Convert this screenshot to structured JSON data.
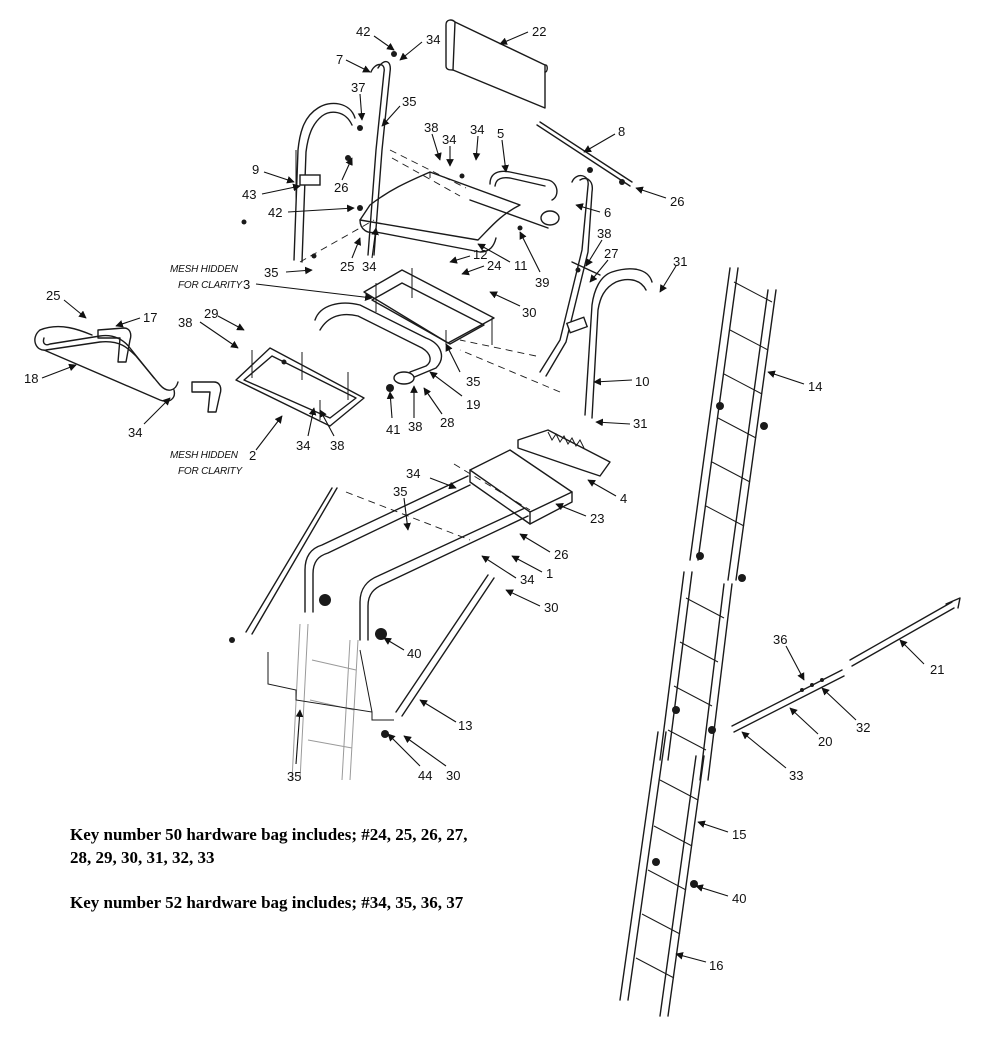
{
  "callouts": {
    "c1": "1",
    "c2": "2",
    "c3": "3",
    "c4": "4",
    "c5": "5",
    "c6": "6",
    "c7": "7",
    "c8": "8",
    "c9": "9",
    "c10": "10",
    "c11": "11",
    "c12": "12",
    "c13": "13",
    "c14": "14",
    "c15": "15",
    "c16": "16",
    "c17": "17",
    "c18": "18",
    "c19": "19",
    "c20": "20",
    "c21": "21",
    "c22": "22",
    "c23": "23",
    "c24": "24",
    "c25": "25",
    "c26": "26",
    "c27": "27",
    "c28": "28",
    "c29": "29",
    "c30": "30",
    "c31": "31",
    "c32": "32",
    "c33": "33",
    "c34": "34",
    "c35": "35",
    "c36": "36",
    "c37": "37",
    "c38": "38",
    "c39": "39",
    "c40": "40",
    "c41": "41",
    "c42": "42",
    "c43": "43",
    "c44": "44"
  },
  "mesh_notes": {
    "upper_line1": "MESH HIDDEN",
    "upper_line2": "FOR CLARITY",
    "lower_line1": "MESH HIDDEN",
    "lower_line2": "FOR CLARITY"
  },
  "notes": {
    "bag50_line1": "Key number 50 hardware bag includes; #24, 25, 26, 27,",
    "bag50_line2": "28, 29, 30, 31, 32, 33",
    "bag52": "Key number 52 hardware bag includes; #34, 35, 36, 37"
  }
}
